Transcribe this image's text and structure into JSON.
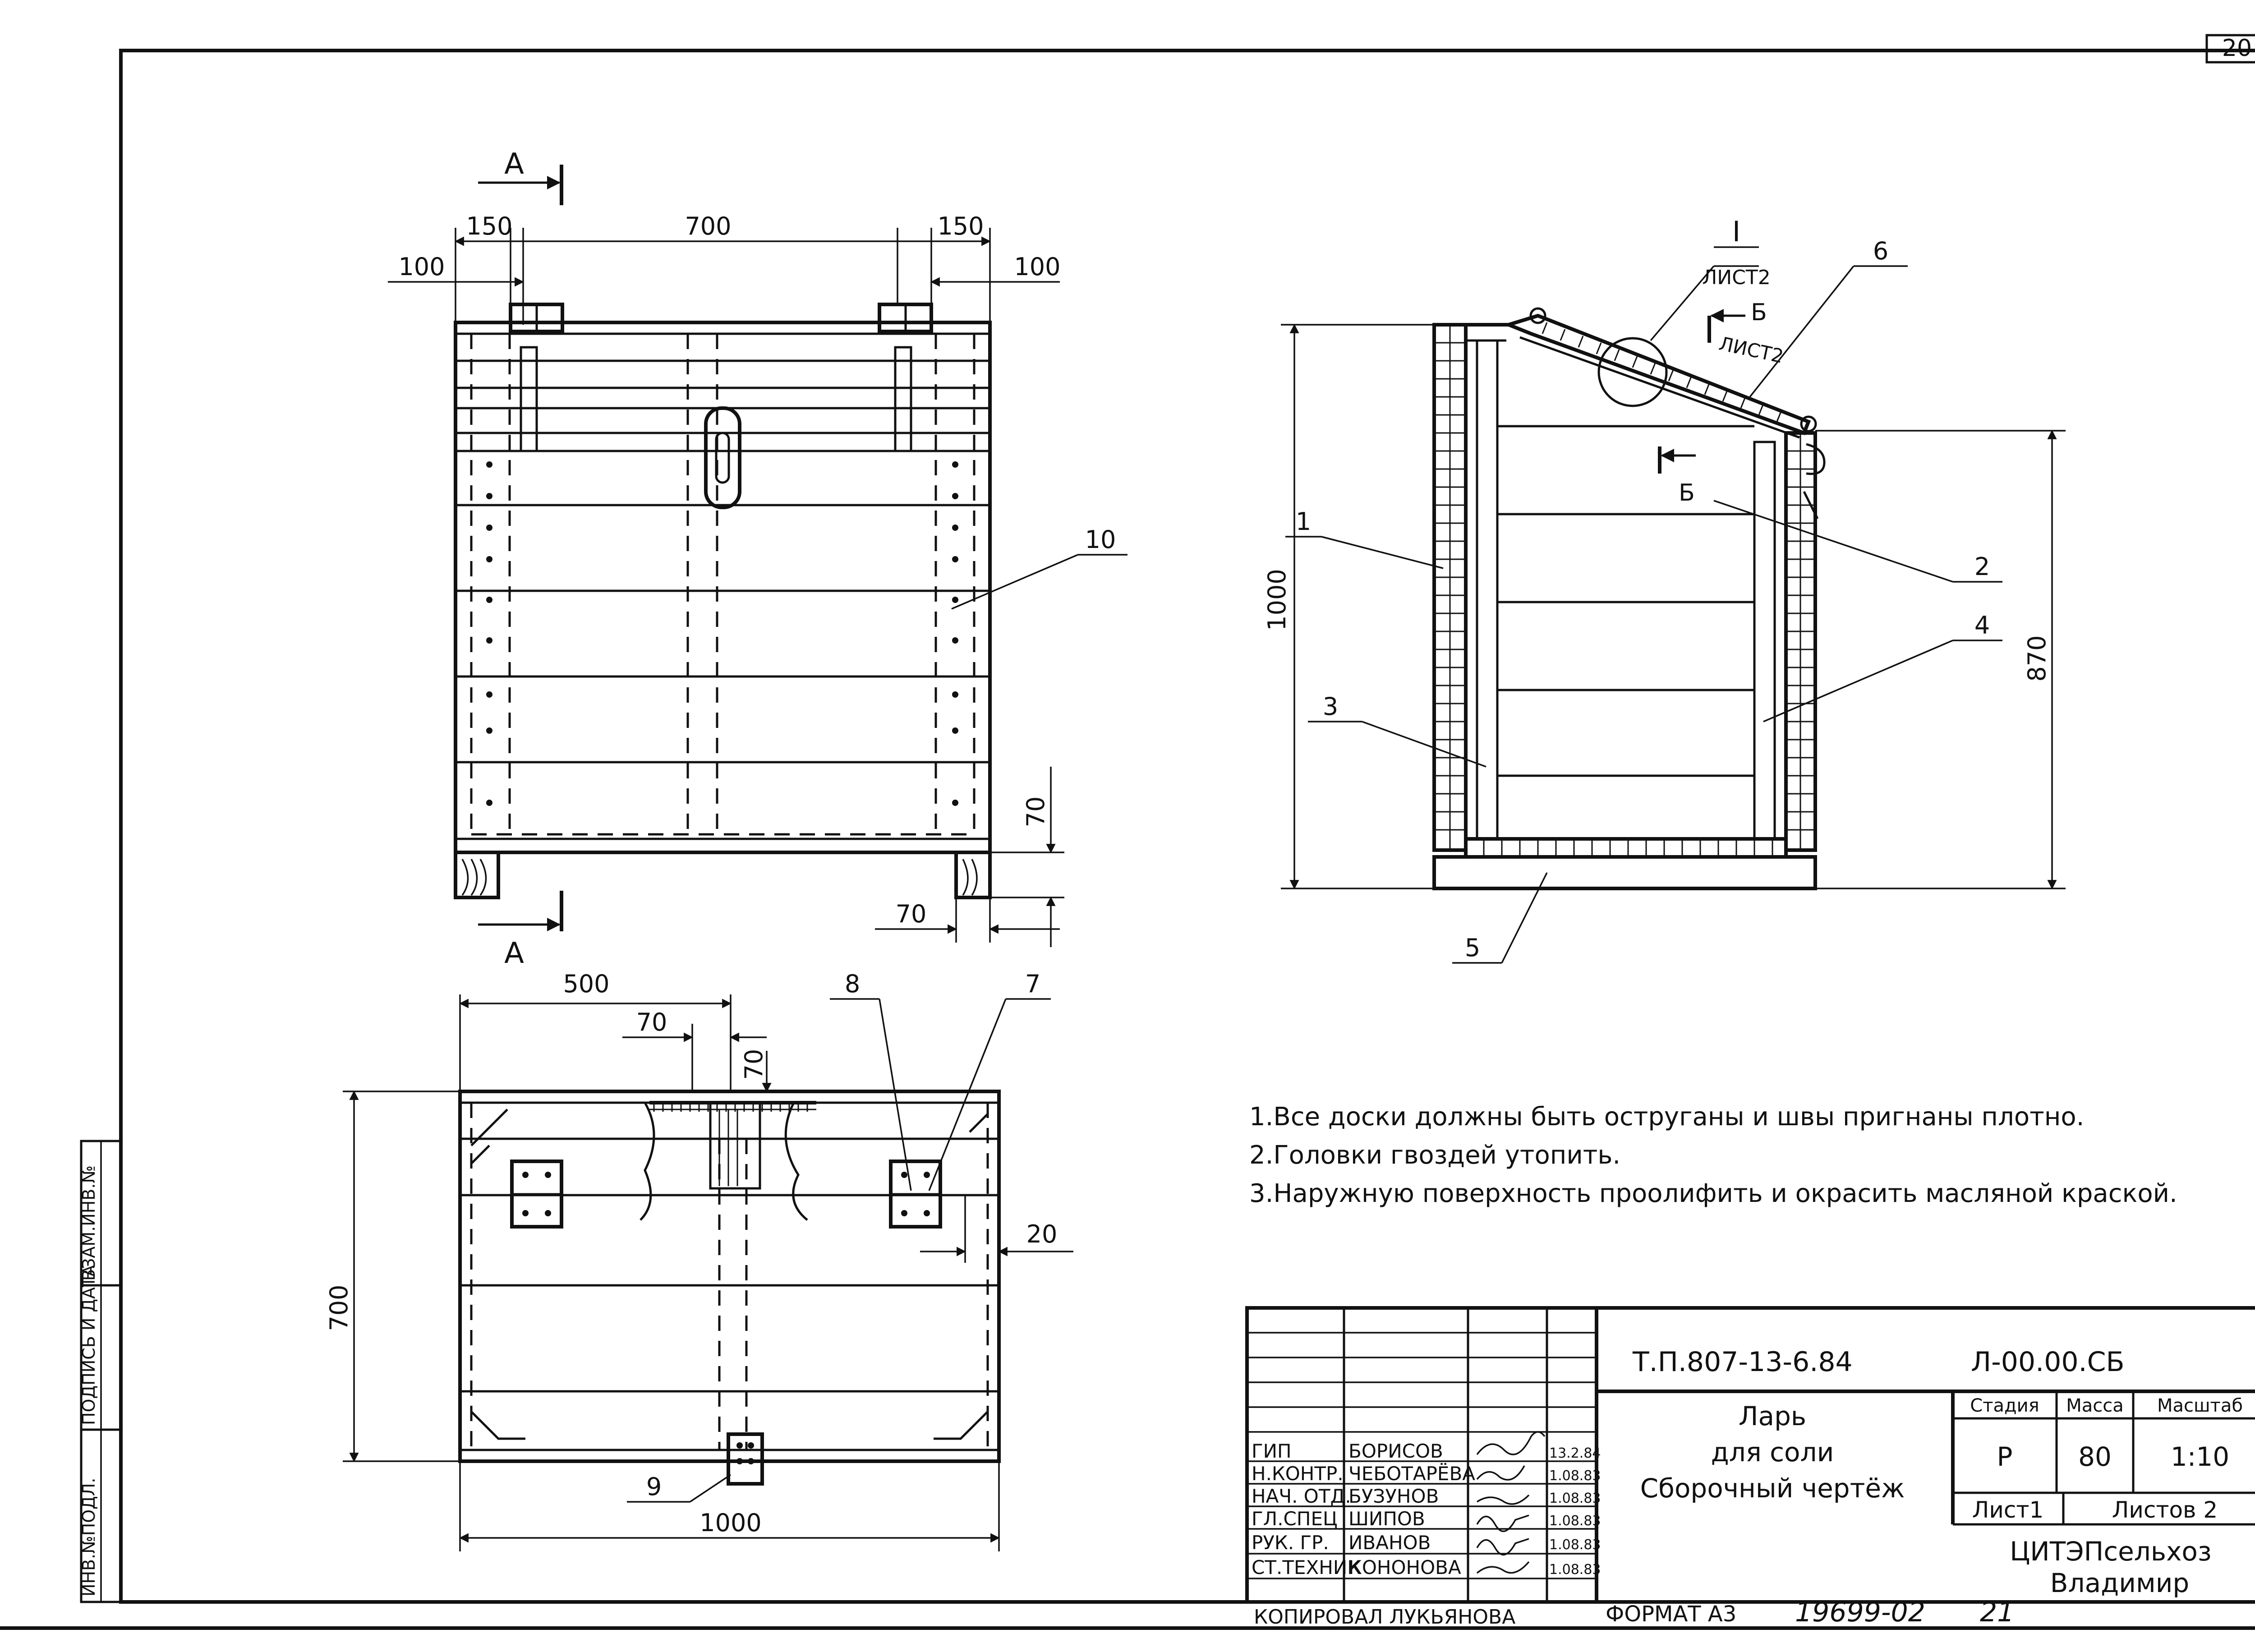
{
  "sheet": {
    "page_number": "20",
    "format_label": "ФОРМАТ А3",
    "copied_by": "КОПИРОВАЛ ЛУКЬЯНОВА",
    "inventory_number": "19699-02",
    "inventory_sheet": "21"
  },
  "side_stamp": {
    "cell1": "ИНВ.№ПОДЛ.",
    "cell2": "ПОДПИСЬ И ДАТА",
    "cell3": "ВЗАМ.ИНВ.№"
  },
  "front_view": {
    "dims": {
      "offset_left": "100",
      "hinge_left": "150",
      "between_hinges": "700",
      "hinge_right": "150",
      "offset_right": "100",
      "foot_height": "70",
      "foot_width": "70"
    },
    "callouts": {
      "side_board": "10"
    },
    "section_marks": {
      "top": "А",
      "bottom": "А"
    }
  },
  "top_view": {
    "dims": {
      "half_length": "500",
      "cut_width": "70",
      "cut_depth": "70",
      "edge_gap": "20",
      "depth": "700",
      "length": "1000"
    },
    "callouts": {
      "hinge_plate": "8",
      "hinge_strap": "7",
      "lock": "9"
    }
  },
  "section_view": {
    "dims": {
      "total_height": "1000",
      "inner_height": "870"
    },
    "callouts": {
      "wall_left": "1",
      "wall_right": "2",
      "board_left": "3",
      "board_right": "4",
      "base": "5",
      "lid": "6"
    },
    "detail": {
      "roman": "I",
      "sheet": "ЛИСТ2"
    },
    "section_b": {
      "letter": "Б",
      "sheet": "ЛИСТ2",
      "letter2": "Б"
    }
  },
  "notes": [
    "1.Все доски должны быть оструганы и швы пригнаны плотно.",
    "2.Головки гвоздей утопить.",
    "3.Наружную поверхность проолифить и окрасить масляной краской."
  ],
  "title_block": {
    "project_code": "Т.П.807-13-6.84",
    "drawing_code": "Л-00.00.СБ",
    "title_lines": [
      "Ларь",
      "для соли",
      "Сборочный чертёж"
    ],
    "headers": {
      "stage": "Стадия",
      "mass": "Масса",
      "scale": "Масштаб"
    },
    "values": {
      "stage": "Р",
      "mass": "80",
      "scale": "1:10"
    },
    "sheet": "Лист1",
    "sheets_total": "Листов 2",
    "org_line1": "ЦИТЭПсельхоз",
    "org_line2": "Владимир",
    "staff": [
      {
        "role": "ГИП",
        "name": "БОРИСОВ",
        "date": "13.2.84"
      },
      {
        "role": "Н.КОНТР.",
        "name": "ЧЕБОТАРЁВА",
        "date": "1.08.83"
      },
      {
        "role": "НАЧ. ОТД.",
        "name": "БУЗУНОВ",
        "date": "1.08.83"
      },
      {
        "role": "ГЛ.СПЕЦ",
        "name": "ШИПОВ",
        "date": "1.08.83"
      },
      {
        "role": "РУК. ГР.",
        "name": "ИВАНОВ",
        "date": "1.08.83"
      },
      {
        "role": "СТ.ТЕХНИК",
        "name": "КОНОНОВА",
        "date": "1.08.83"
      }
    ]
  }
}
